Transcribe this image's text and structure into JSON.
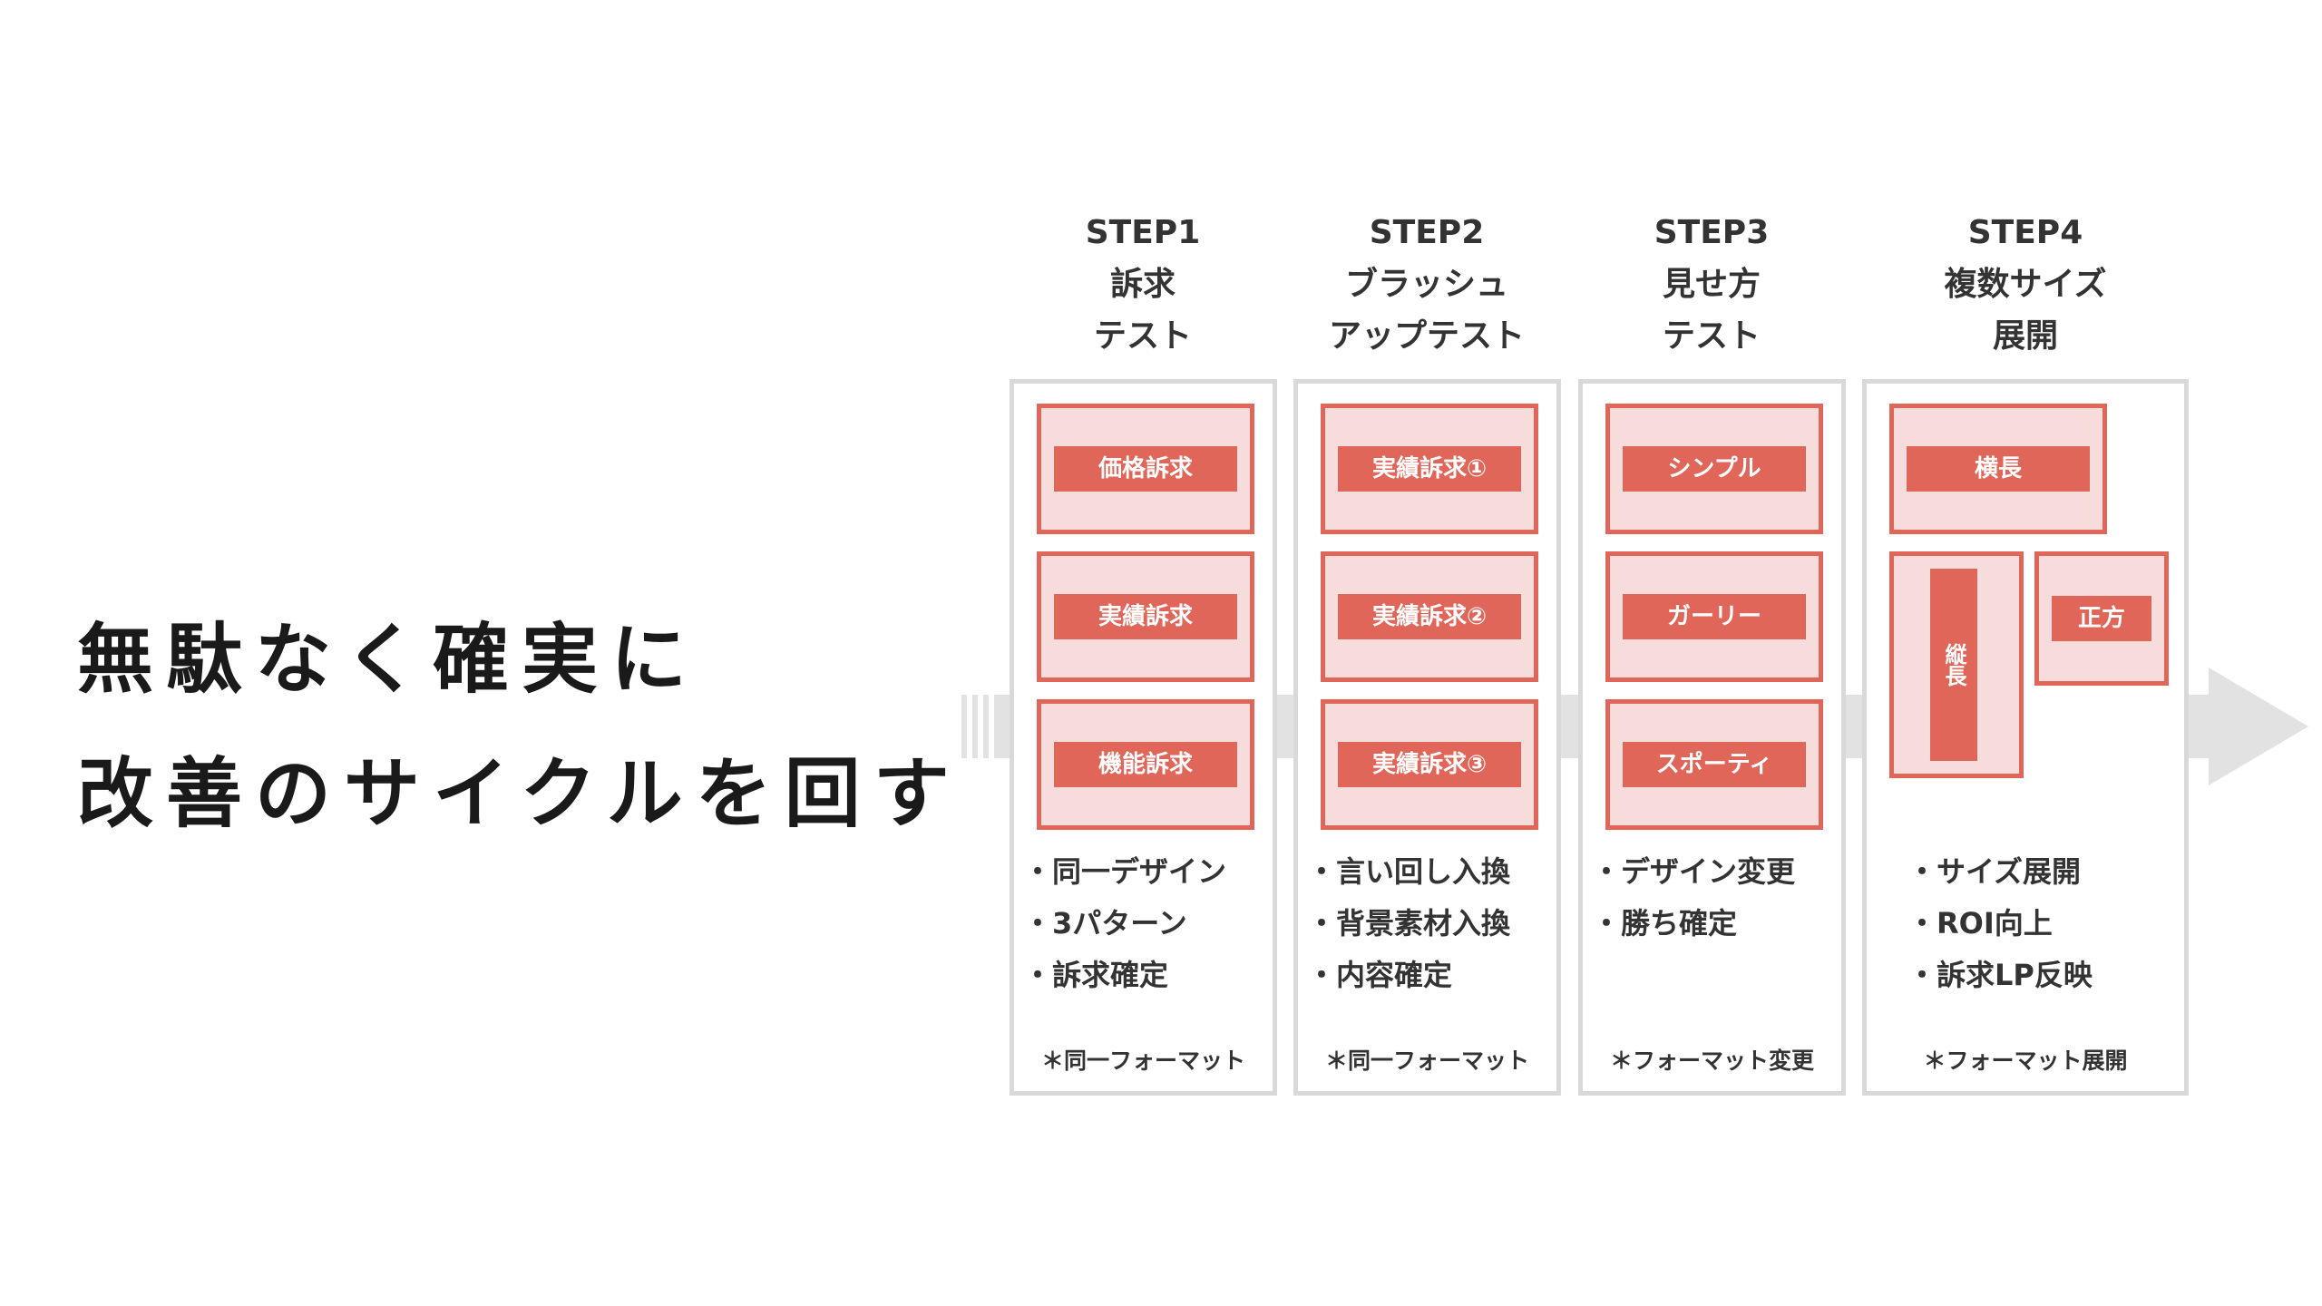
{
  "headline": {
    "line1": "無駄なく確実に",
    "line2": "改善のサイクルを回す"
  },
  "steps": [
    {
      "title": "STEP1",
      "subtitle1": "訴求",
      "subtitle2": "テスト",
      "cards": [
        "価格訴求",
        "実績訴求",
        "機能訴求"
      ],
      "bullets": [
        "同一デザイン",
        "3パターン",
        "訴求確定"
      ],
      "note": "＊同一フォーマット"
    },
    {
      "title": "STEP2",
      "subtitle1": "ブラッシュ",
      "subtitle2": "アップテスト",
      "cards": [
        "実績訴求①",
        "実績訴求②",
        "実績訴求③"
      ],
      "bullets": [
        "言い回し入換",
        "背景素材入換",
        "内容確定"
      ],
      "note": "＊同一フォーマット"
    },
    {
      "title": "STEP3",
      "subtitle1": "見せ方",
      "subtitle2": "テスト",
      "cards": [
        "シンプル",
        "ガーリー",
        "スポーティ"
      ],
      "bullets": [
        "デザイン変更",
        "勝ち確定"
      ],
      "note": "＊フォーマット変更"
    },
    {
      "title": "STEP4",
      "subtitle1": "複数サイズ",
      "subtitle2": "展開",
      "cards": [
        "横長",
        "縦長",
        "正方"
      ],
      "bullets": [
        "サイズ展開",
        "ROI向上",
        "訴求LP反映"
      ],
      "note": "＊フォーマット展開"
    }
  ],
  "colors": {
    "accent": "#df6659",
    "card_fill": "#f7dcdc",
    "frame": "#d9d9d9",
    "arrow": "#e2e2e2"
  }
}
